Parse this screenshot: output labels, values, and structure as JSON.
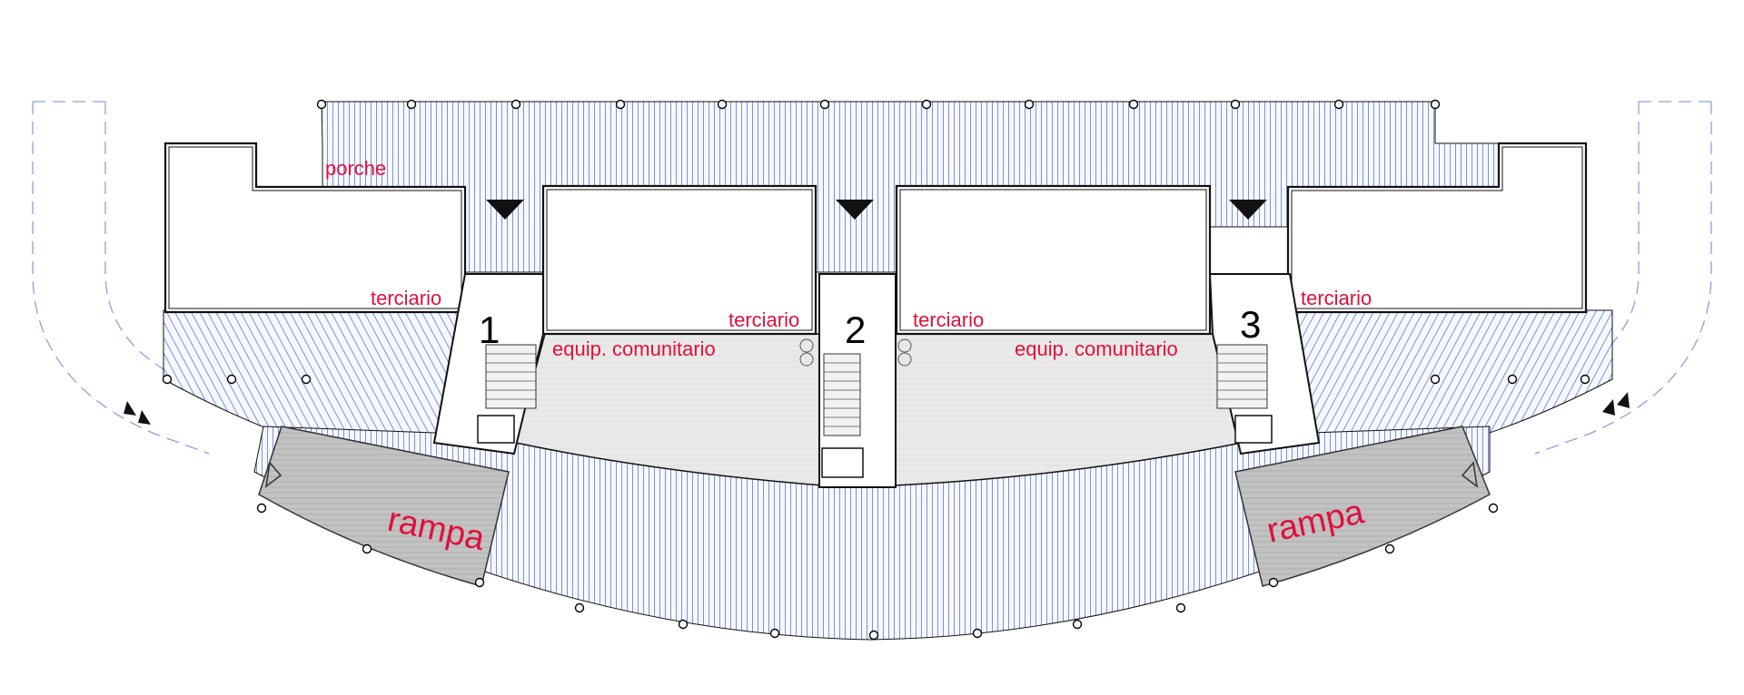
{
  "labels": {
    "porche": "porche",
    "terciario": "terciario",
    "equip": "equip. comunitario",
    "rampa": "rampa"
  },
  "stair_numbers": [
    "1",
    "2",
    "3"
  ],
  "colors": {
    "label": "#e0103c",
    "hatch": "#6f86d6",
    "outline": "#111111",
    "floor_grey": "#e6e6e6",
    "ramp_grey": "#bdbdbd",
    "dashed_line": "#8da0dc"
  }
}
